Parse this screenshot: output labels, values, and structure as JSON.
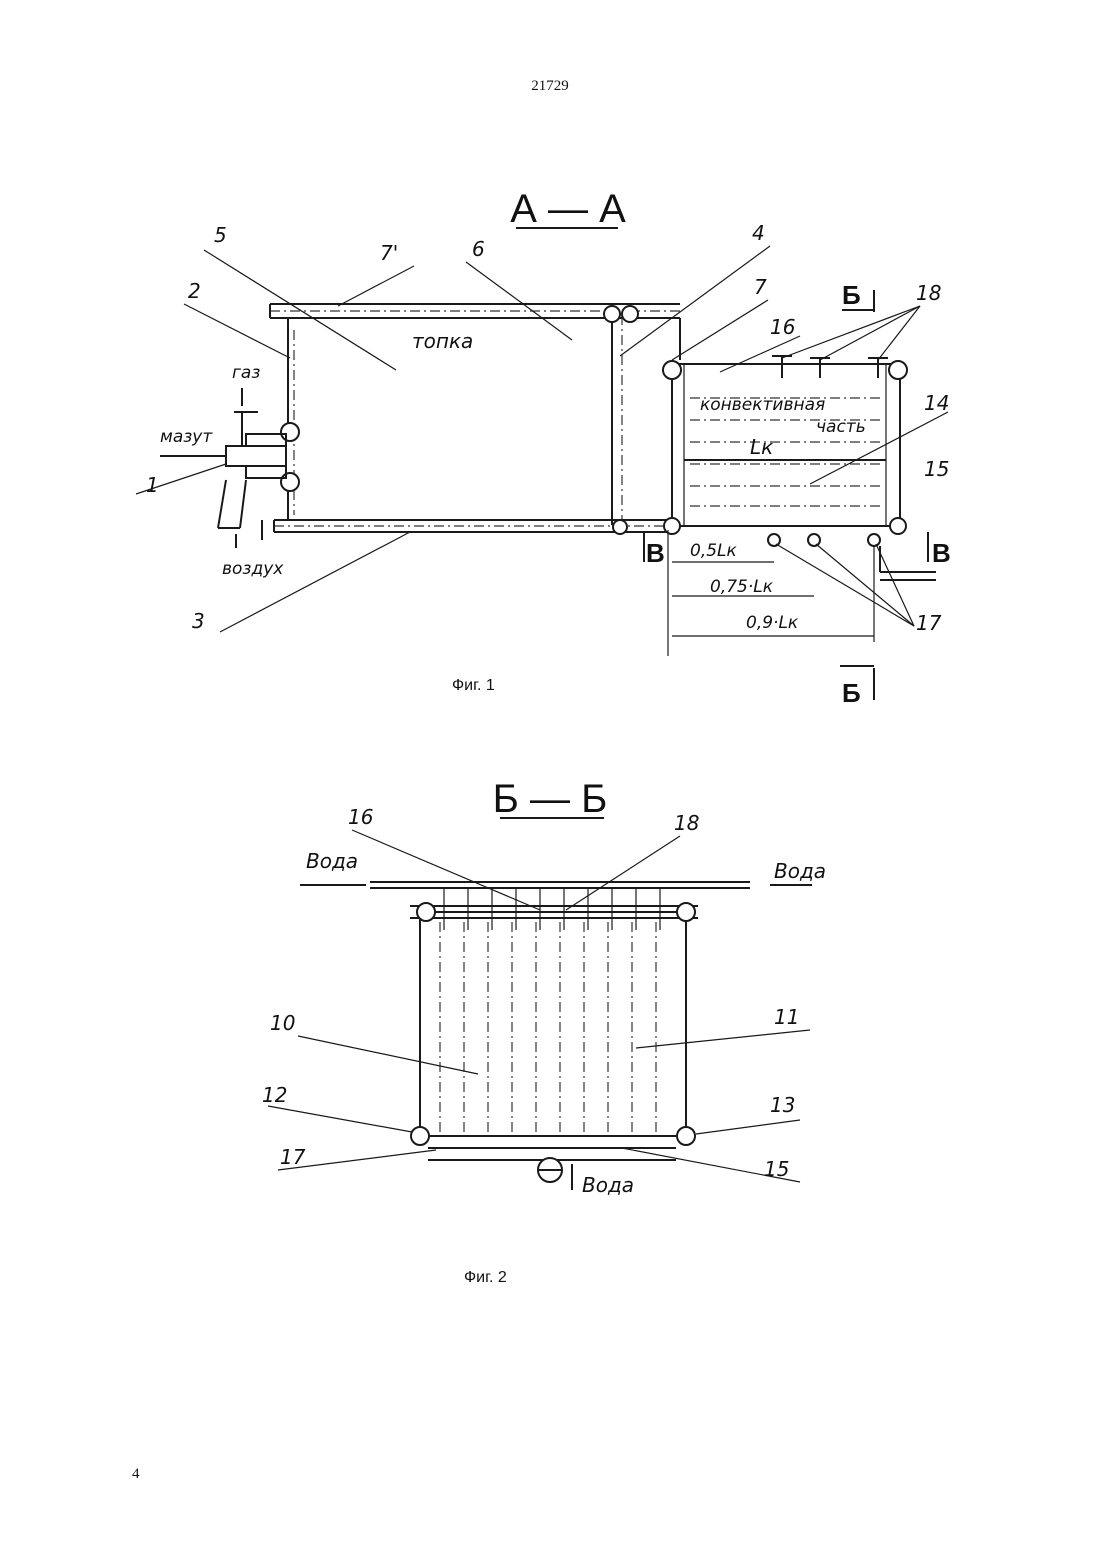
{
  "page": {
    "doc_number": "21729",
    "page_number": "4"
  },
  "figure1": {
    "section_title": "А — А",
    "caption": "Фиг. 1",
    "furnace_label": "топка",
    "convective_label_1": "конвективная",
    "convective_label_2": "часть",
    "length_label": "Lк",
    "dim_05": "0,5Lк",
    "dim_075": "0,75·Lк",
    "dim_09": "0,9·Lк",
    "cut_b_top": "Б",
    "cut_b_bottom": "Б",
    "cut_v_left": "В",
    "cut_v_right": "В",
    "flow_gas": "газ",
    "flow_mazut": "мазут",
    "flow_air": "воздух",
    "callouts": [
      "5",
      "2",
      "7'",
      "6",
      "4",
      "7",
      "18",
      "16",
      "14",
      "15",
      "1",
      "3",
      "17"
    ]
  },
  "figure2": {
    "section_title": "Б — Б",
    "caption": "Фиг. 2",
    "water_in_left": "Вода",
    "water_in_right": "Вода",
    "water_out": "Вода",
    "callouts": [
      "16",
      "18",
      "10",
      "11",
      "12",
      "13",
      "17",
      "15"
    ]
  }
}
